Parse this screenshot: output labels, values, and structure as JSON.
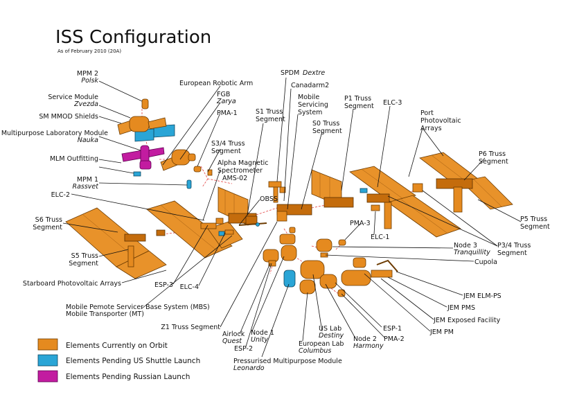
{
  "title": "ISS Configuration",
  "subtitle": "As of February 2010 (20A)",
  "colors": {
    "on_orbit": "#e58a1f",
    "pending_us": "#2aa5d6",
    "pending_russian": "#c21ca0"
  },
  "legend": [
    {
      "label": "Elements Currently on Orbit",
      "color": "#e58a1f"
    },
    {
      "label": "Elements Pending US Shuttle Launch",
      "color": "#2aa5d6"
    },
    {
      "label": "Elements Pending Russian Launch",
      "color": "#c21ca0"
    }
  ],
  "labels": {
    "mpm2": "MPM 2",
    "mpm2_it": "Polsk",
    "service_module": "Service Module",
    "service_module_it": "Zvezda",
    "sm_mmod": "SM MMOD Shields",
    "mlm": "Multipurpose Laboratory Module",
    "mlm_it": "Nauka",
    "mlm_outfitting": "MLM Outfitting",
    "mpm1": "MPM 1",
    "mpm1_it": "Rassvet",
    "elc2": "ELC-2",
    "s6": "S6 Truss",
    "s6b": "Segment",
    "s5": "S5 Truss",
    "s5b": "Segment",
    "starboard_pv": "Starboard Photovoltaic Arrays",
    "esp3": "ESP-3",
    "elc4": "ELC-4",
    "mbs": "Mobile Pemote Servicer Base System (MBS)",
    "mt": "Mobile Transporter (MT)",
    "z1": "Z1 Truss Segment",
    "era": "European Robotic Arm",
    "fgb": "FGB",
    "fgb_it": "Zarya",
    "pma1": "PMA-1",
    "s34": "S3/4 Truss",
    "s34b": "Segment",
    "ams1": "Alpha Magnetic",
    "ams2": "Spectrometer",
    "ams3": "AMS-02",
    "obss": "OBSS",
    "s1": "S1 Truss",
    "s1b": "Segment",
    "spdm": "SPDM",
    "spdm_it": "Dextre",
    "canadarm2": "Canadarm2",
    "mss1": "Mobile",
    "mss2": "Servicing",
    "mss3": "System",
    "s0": "S0 Truss",
    "s0b": "Segment",
    "p1": "P1 Truss",
    "p1b": "Segment",
    "elc3": "ELC-3",
    "port1": "Port",
    "port2": "Photovoltaic",
    "port3": "Arrays",
    "p6": "P6 Truss",
    "p6b": "Segment",
    "p5": "P5 Truss",
    "p5b": "Segment",
    "p34": "P3/4 Truss",
    "p34b": "Segment",
    "pma3": "PMA-3",
    "elc1": "ELC-1",
    "node3": "Node 3",
    "node3_it": "Tranquillity",
    "cupola": "Cupola",
    "jem_elm": "JEM ELM-PS",
    "jem_pms": "JEM PMS",
    "jem_ef": "JEM Exposed Facility",
    "jem_pm": "JEM PM",
    "esp1": "ESP-1",
    "pma2": "PMA-2",
    "node2": "Node 2",
    "node2_it": "Harmony",
    "us_lab": "US Lab",
    "us_lab_it": "Destiny",
    "eu_lab": "European Lab",
    "eu_lab_it": "Columbus",
    "pmm": "Pressurised Multipurpose Module",
    "pmm_it": "Leonardo",
    "node1": "Node 1",
    "node1_it": "Unity",
    "airlock": "Airlock",
    "airlock_it": "Quest",
    "esp2": "ESP-2"
  }
}
